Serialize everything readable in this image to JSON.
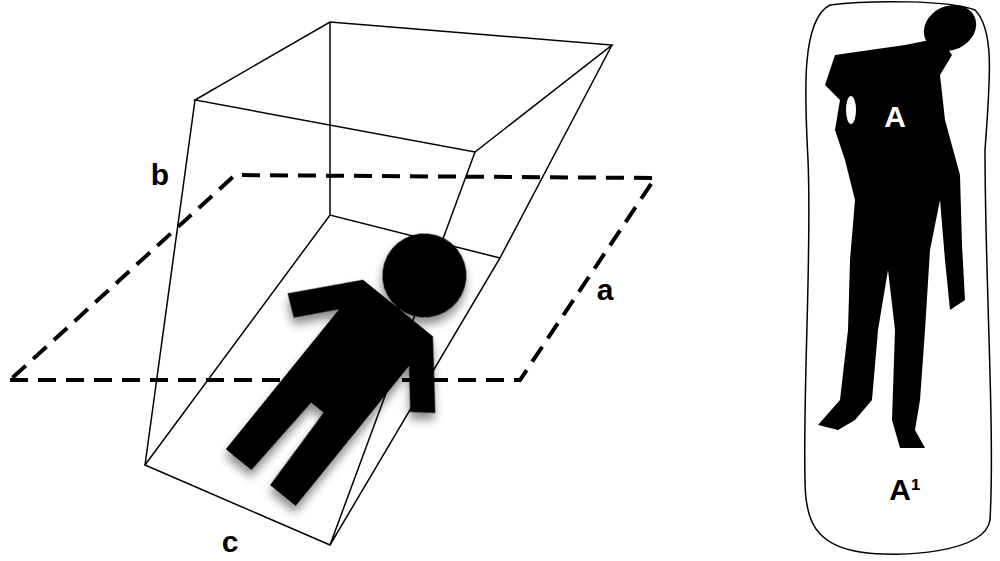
{
  "diagram": {
    "nodes": [
      {
        "text": [
          "A¹"
        ]
      },
      {
        "text": [
          "A"
        ],
        "in": 0
      }
    ],
    "labels": [
      "b",
      "a",
      "c"
    ]
  }
}
